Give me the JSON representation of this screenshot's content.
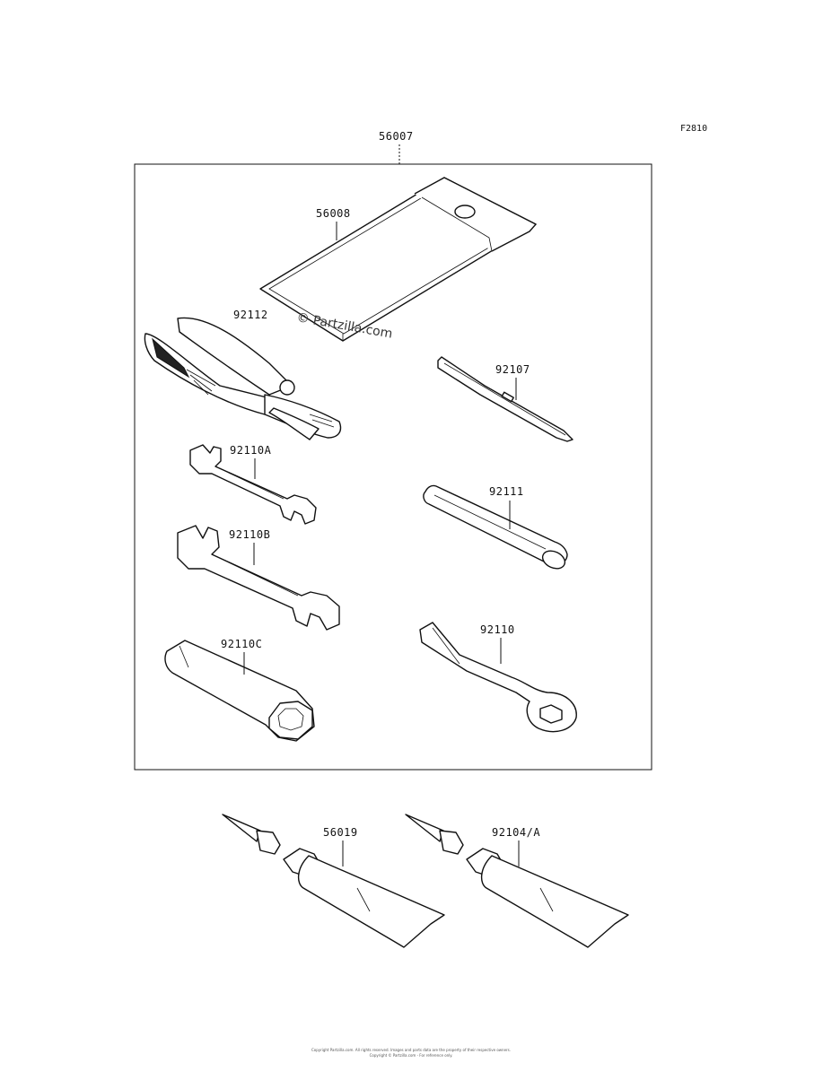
{
  "figure_code": "F2810",
  "assembly": {
    "part_no": "56007"
  },
  "parts": [
    {
      "id": "pouch",
      "part_no": "56008"
    },
    {
      "id": "pliers",
      "part_no": "92112"
    },
    {
      "id": "screwdriver",
      "part_no": "92107"
    },
    {
      "id": "wrench-a",
      "part_no": "92110A"
    },
    {
      "id": "handle-bar",
      "part_no": "92111"
    },
    {
      "id": "wrench-b",
      "part_no": "92110B"
    },
    {
      "id": "ring-wrench",
      "part_no": "92110"
    },
    {
      "id": "plug-wrench",
      "part_no": "92110C"
    }
  ],
  "extras": [
    {
      "id": "grease-tube-1",
      "part_no": "56019"
    },
    {
      "id": "grease-tube-2",
      "part_no": "92104/A"
    }
  ],
  "watermark": "© Partzilla.com",
  "footer": {
    "line1": "Copyright Partzilla.com. All rights reserved. Images and parts data are the property of their respective owners.",
    "line2": "Copyright © Partzilla.com - For reference only."
  }
}
